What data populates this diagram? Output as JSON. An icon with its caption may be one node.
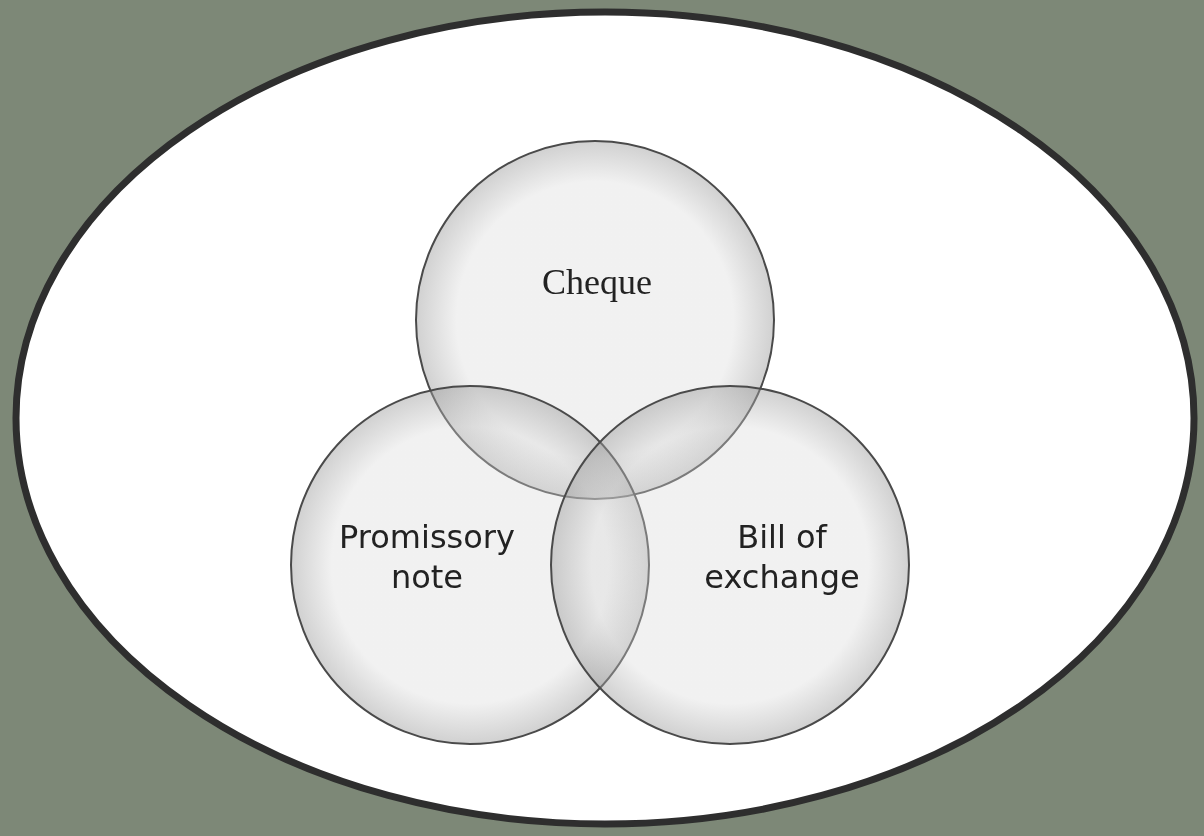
{
  "diagram": {
    "nodes": [
      {
        "text": [],
        "shape": "ellipse"
      },
      {
        "text": [
          "Cheque"
        ],
        "in": 0
      },
      {
        "text": [
          "Promissory note"
        ],
        "in": 0
      },
      {
        "text": [
          "Bill of exchange"
        ],
        "in": 0
      }
    ]
  }
}
